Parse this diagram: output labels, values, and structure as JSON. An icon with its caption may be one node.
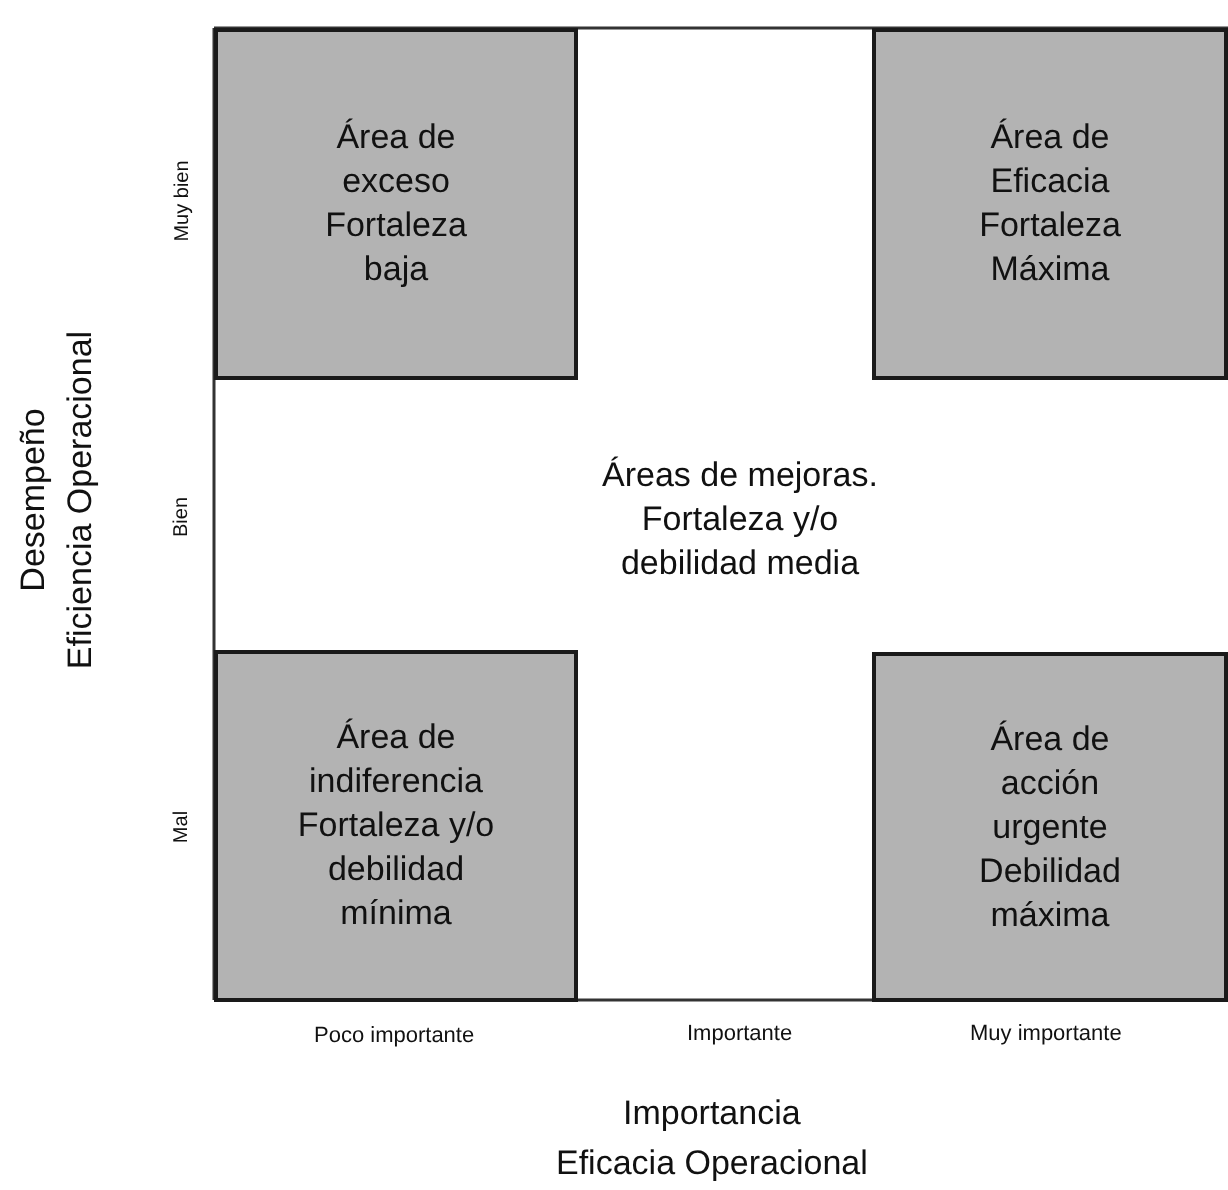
{
  "diagram": {
    "nodes": [
      {
        "text": [
          "Área de exceso Fortaleza baja"
        ]
      },
      {
        "text": [
          "Área de Eficacia Fortaleza Máxima"
        ]
      },
      {
        "text": [
          "Áreas de mejoras. Fortaleza y/o debilidad media"
        ]
      },
      {
        "text": [
          "Área de indiferencia Fortaleza y/o debilidad mínima"
        ]
      },
      {
        "text": [
          "Área de acción urgente Debilidad máxima"
        ]
      }
    ],
    "labels": [
      "Muy bien",
      "Bien",
      "Mal",
      "Poco importante",
      "Importante",
      "Muy importante",
      "Desempeño",
      "Eficiencia Operacional",
      "Importancia",
      "Eficacia Operacional"
    ]
  }
}
